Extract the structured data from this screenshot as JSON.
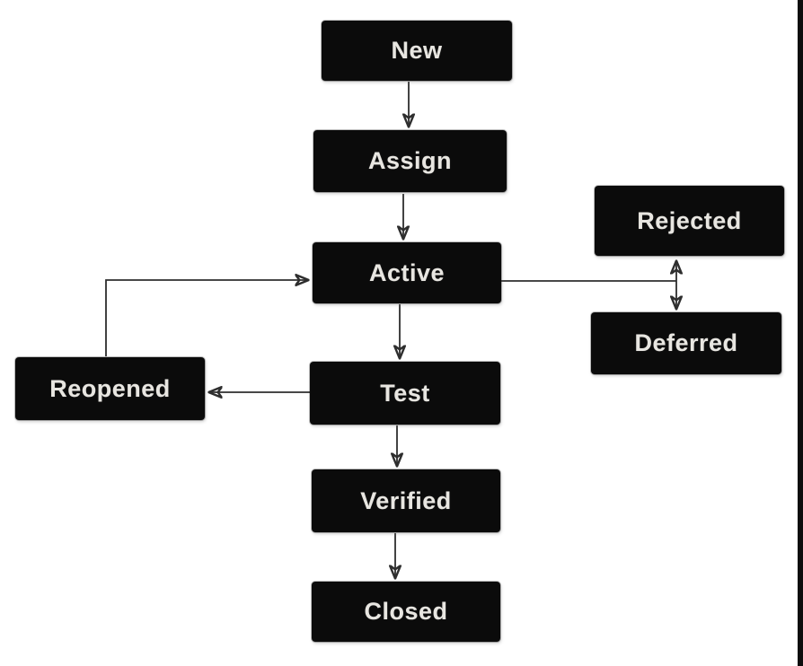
{
  "nodes": {
    "new": {
      "label": "New"
    },
    "assign": {
      "label": "Assign"
    },
    "active": {
      "label": "Active"
    },
    "rejected": {
      "label": "Rejected"
    },
    "deferred": {
      "label": "Deferred"
    },
    "test": {
      "label": "Test"
    },
    "reopened": {
      "label": "Reopened"
    },
    "verified": {
      "label": "Verified"
    },
    "closed": {
      "label": "Closed"
    }
  },
  "edges": [
    {
      "from": "new",
      "to": "assign",
      "style": "arrow"
    },
    {
      "from": "assign",
      "to": "active",
      "style": "arrow"
    },
    {
      "from": "active",
      "to": "test",
      "style": "arrow"
    },
    {
      "from": "test",
      "to": "verified",
      "style": "arrow"
    },
    {
      "from": "verified",
      "to": "closed",
      "style": "arrow"
    },
    {
      "from": "test",
      "to": "reopened",
      "style": "arrow"
    },
    {
      "from": "reopened",
      "to": "active",
      "style": "arrow"
    },
    {
      "from": "active",
      "to": "rejected-deferred-junction",
      "style": "line"
    },
    {
      "from": "rejected",
      "to": "deferred",
      "style": "double-arrow"
    }
  ],
  "colors": {
    "background": "#ffffff",
    "node_fill": "#0b0b0b",
    "node_text": "#e8e6e1",
    "connector": "#2e2e2e",
    "right_edge_strip": "#0d0d0d"
  }
}
